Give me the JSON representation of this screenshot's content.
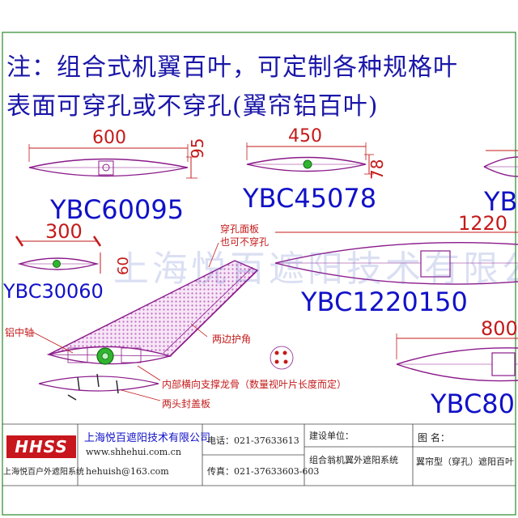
{
  "heading": {
    "line1": "注：组合式机翼百叶，可定制各种规格叶",
    "line2": "表面可穿孔或不穿孔(翼帘铝百叶)"
  },
  "models": [
    {
      "code": "YBC60095",
      "width": "600",
      "height": "95"
    },
    {
      "code": "YBC45078",
      "width": "450",
      "height": "78"
    },
    {
      "code": "YB",
      "width": "",
      "height": ""
    },
    {
      "code": "YBC30060",
      "width": "300",
      "height": "60"
    },
    {
      "code": "YBC1220150",
      "width": "1220",
      "height": ""
    },
    {
      "code": "YBC80",
      "width": "800",
      "height": ""
    }
  ],
  "annotations": {
    "perforated_panel": "穿孔面板",
    "or_unperforated": "也可不穿孔",
    "aluminum_axis": "铝中轴",
    "edge_guard": "两边护角",
    "internal_rib": "内部横向支撑龙骨（数量视叶片长度而定）",
    "end_cap": "两头封盖板"
  },
  "watermark": "上海悦百遮阳技术有限公",
  "title_block": {
    "logo": "HHSS",
    "company_name": "上海悦百遮阳技术有限公司",
    "website": "www.shhehui.com.cn",
    "email": "hehuish@163.com",
    "phone": "电话：021-37633613",
    "fax": "传真：021-37633603-603",
    "company_footer": "上海悦百户外遮阳系统",
    "client_label": "建设单位：",
    "project": "组合翁机翼外遮阳系统",
    "drawing_label": "图  名：",
    "drawing_name": "翼帘型（穿孔）遮阳百叶"
  },
  "colors": {
    "blade_outline": "#8a1a8a",
    "model_text": "#1111c8",
    "dimension": "#c41a1a",
    "heading": "#1a16a8",
    "hub": "#2fb52f",
    "logo_bg": "#c8161d"
  }
}
